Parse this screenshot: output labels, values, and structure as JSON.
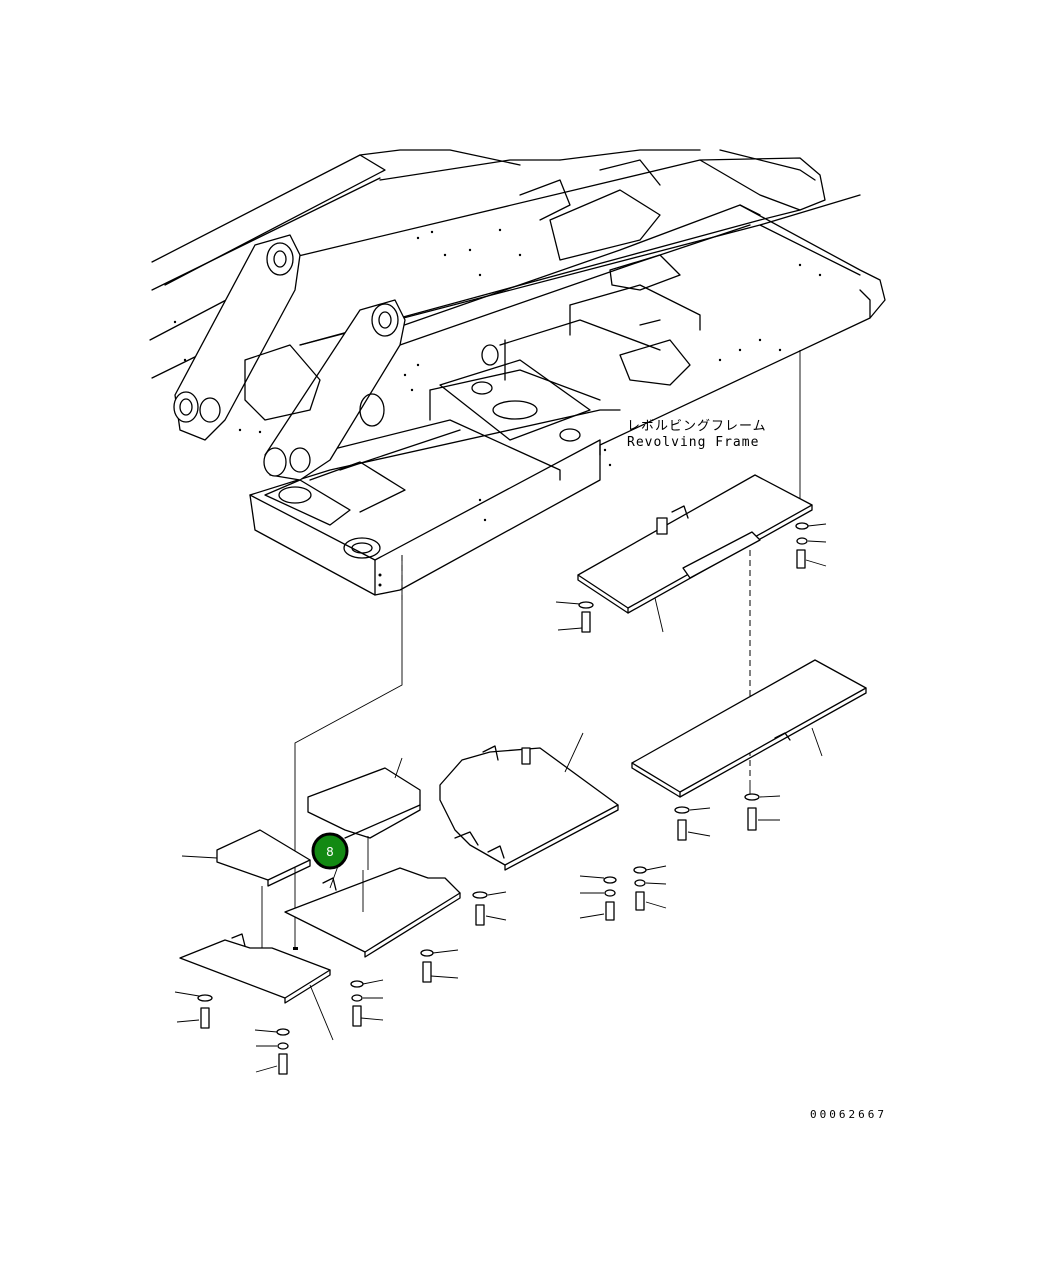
{
  "labels": {
    "frame_jp": "レボルビングフレーム",
    "frame_en": "Revolving Frame",
    "drawing_code": "00062667"
  },
  "callout": {
    "number": "8",
    "color": "#138a13",
    "ring_color": "#000000"
  }
}
